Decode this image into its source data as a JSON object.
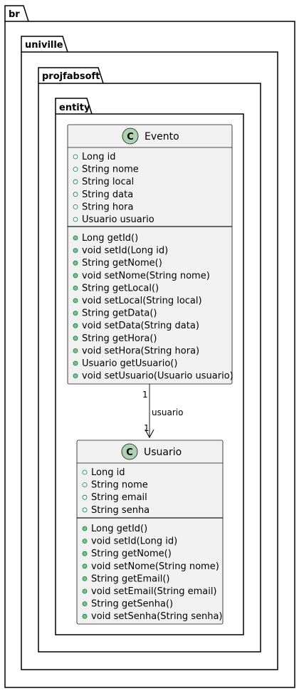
{
  "packages": [
    {
      "name": "br"
    },
    {
      "name": "univille"
    },
    {
      "name": "projfabsoft"
    },
    {
      "name": "entity"
    }
  ],
  "classes": [
    {
      "name": "Evento",
      "stereotype": "C",
      "fields": [
        "Long id",
        "String nome",
        "String local",
        "String data",
        "String hora",
        "Usuario usuario"
      ],
      "methods": [
        "Long getId()",
        "void setId(Long id)",
        "String getNome()",
        "void setNome(String nome)",
        "String getLocal()",
        "void setLocal(String local)",
        "String getData()",
        "void setData(String data)",
        "String getHora()",
        "void setHora(String hora)",
        "Usuario getUsuario()",
        "void setUsuario(Usuario usuario)"
      ]
    },
    {
      "name": "Usuario",
      "stereotype": "C",
      "fields": [
        "Long id",
        "String nome",
        "String email",
        "String senha"
      ],
      "methods": [
        "Long getId()",
        "void setId(Long id)",
        "String getNome()",
        "void setNome(String nome)",
        "String getEmail()",
        "void setEmail(String email)",
        "String getSenha()",
        "void setSenha(String senha)"
      ]
    }
  ],
  "relation": {
    "label": "usuario",
    "from_multiplicity": "1",
    "to_multiplicity": "1"
  },
  "colors": {
    "class_fill": "#F1F1F1",
    "class_border": "#181818",
    "stereotype_circle": "#ADD1B2",
    "field_marker": "#FFFFFF",
    "method_marker": "#84BE84"
  }
}
